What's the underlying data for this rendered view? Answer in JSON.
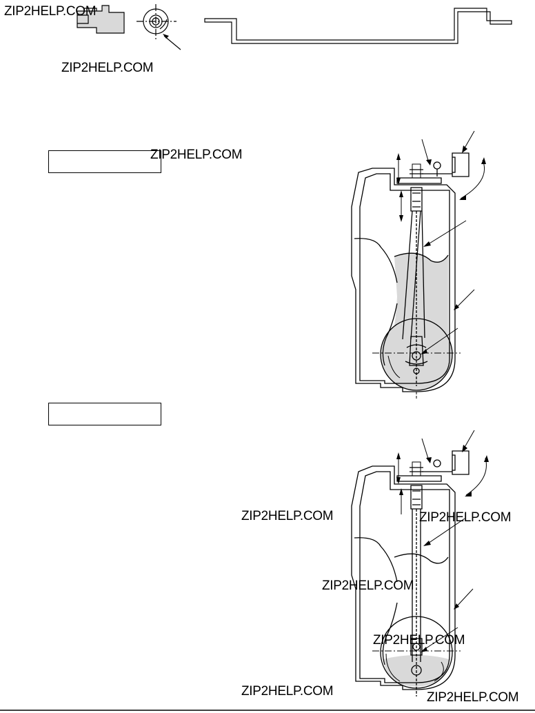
{
  "watermarks": {
    "w1": "ZIP2HELP.COM",
    "w2": "ZIP2HELP.COM",
    "w3": "ZIP2HELP.COM",
    "w4": "ZIP2HELP.COM",
    "w5": "ZIP2HELP.COM",
    "w6": "ZIP2HELP.COM",
    "w7": "ZIP2HELP.COM",
    "w8": "ZIP2HELP.COM",
    "w9": "ZIP2HELP.COM"
  },
  "colors": {
    "line": "#000000",
    "fill_gray": "#d9d9d9",
    "background": "#ffffff"
  }
}
